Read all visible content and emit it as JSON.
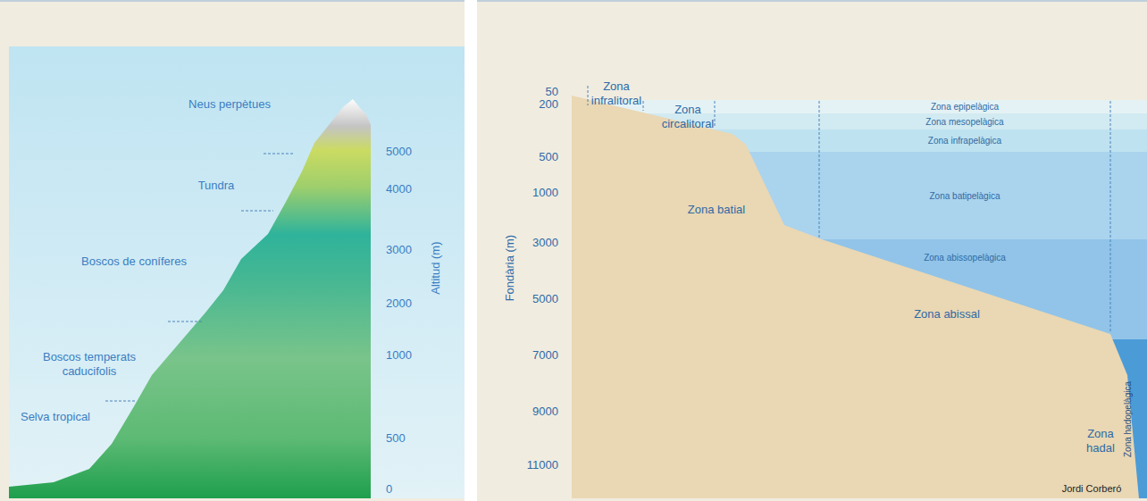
{
  "diagram": {
    "nodes": [
      {
        "text": [
          "Zona epipelàgica"
        ]
      },
      {
        "text": [
          "Zona mesopelàgica"
        ]
      },
      {
        "text": [
          "Zona infrapelàgica"
        ]
      },
      {
        "text": [
          "Zona batipelàgica"
        ]
      },
      {
        "text": [
          "Zona abissopelàgica"
        ]
      },
      {
        "text": [
          "Zona hadopelàgica"
        ]
      }
    ],
    "labels": [
      "Neus perpètues",
      "Tundra",
      "Boscos de coníferes",
      "Boscos temperats caducifolis",
      "Selva tropical",
      "5000",
      "4000",
      "3000",
      "2000",
      "1000",
      "500",
      "0",
      "Altitud (m)",
      "50",
      "200",
      "500",
      "1000",
      "3000",
      "5000",
      "7000",
      "9000",
      "11000",
      "Fondària (m)",
      "Zona infralitoral",
      "Zona circalitoral",
      "Zona batial",
      "Zona abissal",
      "Zona hadal",
      "Jordi Corberó"
    ]
  }
}
